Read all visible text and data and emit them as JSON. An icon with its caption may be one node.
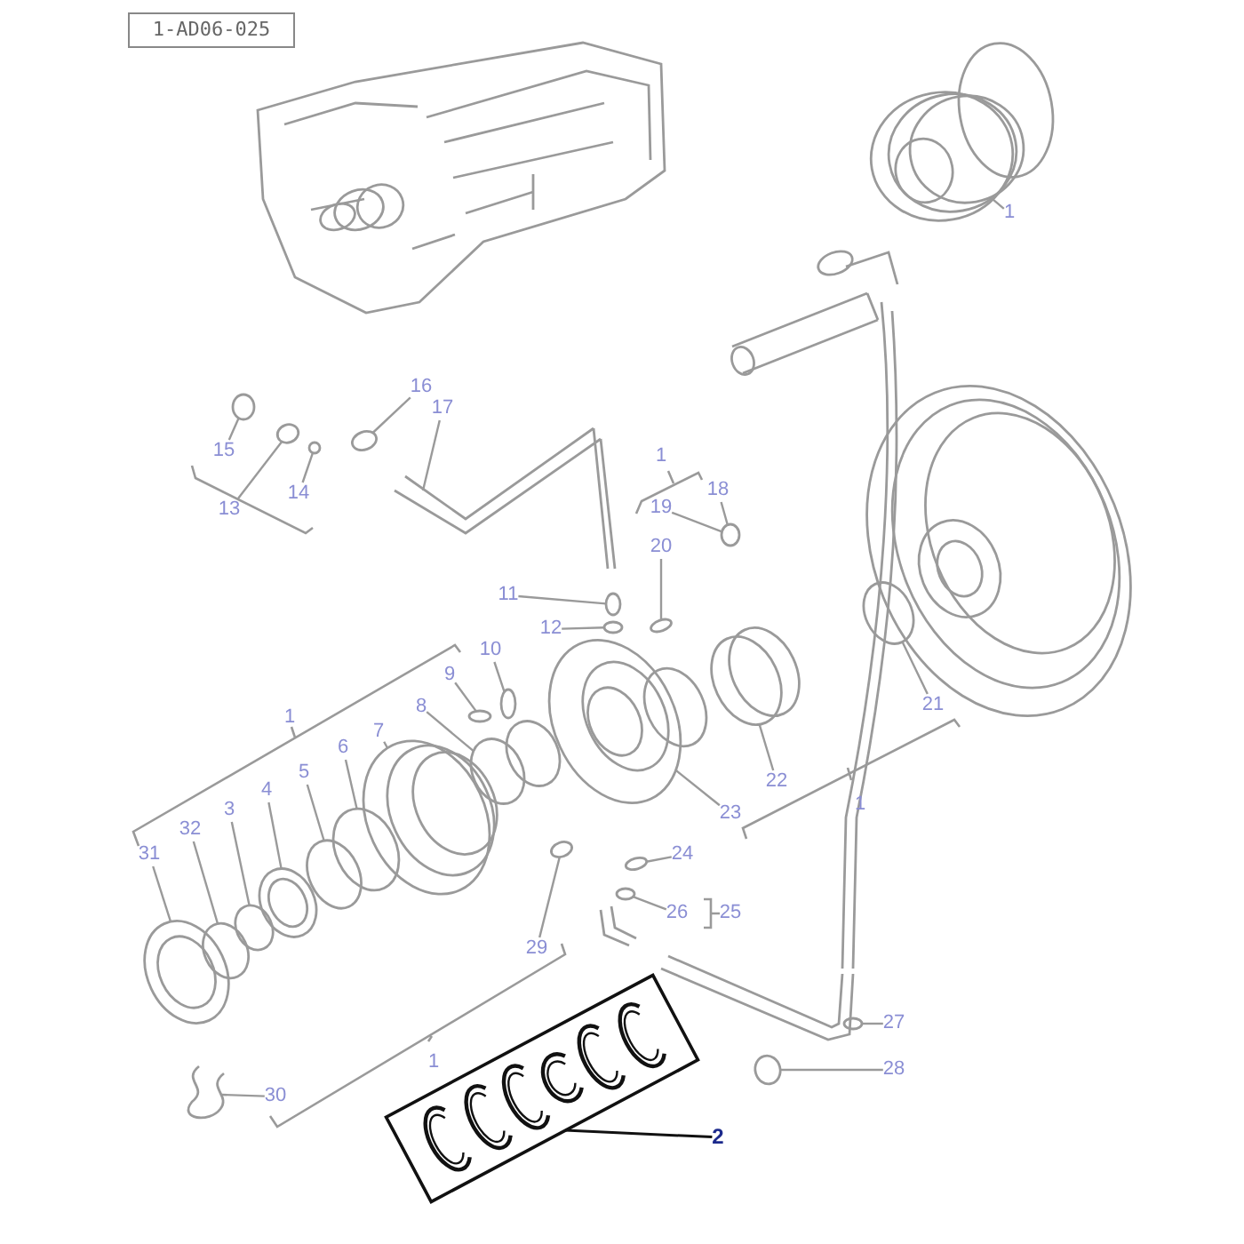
{
  "diagram": {
    "nodes": [
      {
        "text": [
          "1-AD06-025"
        ]
      },
      {
        "text": [
          "1"
        ]
      },
      {
        "text": [
          "16"
        ]
      },
      {
        "text": [
          "17"
        ]
      },
      {
        "text": [
          "15"
        ]
      },
      {
        "text": [
          "18"
        ]
      },
      {
        "text": [
          "14"
        ]
      },
      {
        "text": [
          "19"
        ]
      },
      {
        "text": [
          "13"
        ]
      },
      {
        "text": [
          "20"
        ]
      },
      {
        "text": [
          "11"
        ]
      },
      {
        "text": [
          "12"
        ]
      },
      {
        "text": [
          "10"
        ]
      },
      {
        "text": [
          "9"
        ]
      },
      {
        "text": [
          "21"
        ]
      },
      {
        "text": [
          "8"
        ]
      },
      {
        "text": [
          "7"
        ]
      },
      {
        "text": [
          "6"
        ]
      },
      {
        "text": [
          "5"
        ]
      },
      {
        "text": [
          "22"
        ]
      },
      {
        "text": [
          "4"
        ]
      },
      {
        "text": [
          "3"
        ]
      },
      {
        "text": [
          "23"
        ]
      },
      {
        "text": [
          "32"
        ]
      },
      {
        "text": [
          "24"
        ]
      },
      {
        "text": [
          "31"
        ]
      },
      {
        "text": [
          "26"
        ]
      },
      {
        "text": [
          "29"
        ]
      },
      {
        "text": [],
        "shape": "box"
      },
      {
        "text": [
          "27"
        ]
      },
      {
        "text": [
          "28"
        ]
      },
      {
        "text": [
          "30"
        ]
      },
      {
        "text": [
          "2"
        ]
      },
      {
        "text": [],
        "shape": "picture"
      },
      {
        "text": [],
        "shape": "circle"
      },
      {
        "text": [],
        "shape": "picture"
      },
      {
        "text": [],
        "shape": "circle"
      },
      {
        "text": [],
        "shape": "circle"
      },
      {
        "text": [],
        "shape": "circle"
      },
      {
        "text": [],
        "shape": "circle"
      },
      {
        "text": [],
        "shape": "circle"
      },
      {
        "text": [],
        "shape": "circle"
      },
      {
        "text": [],
        "shape": "circle"
      },
      {
        "text": [],
        "shape": "circle"
      },
      {
        "text": [],
        "shape": "circle"
      },
      {
        "text": [],
        "shape": "circle"
      },
      {
        "text": [],
        "shape": "circle"
      },
      {
        "text": [],
        "shape": "circle"
      },
      {
        "text": [],
        "shape": "circle"
      },
      {
        "text": [],
        "shape": "circle"
      },
      {
        "text": [],
        "shape": "circle"
      },
      {
        "text": [],
        "shape": "circle"
      },
      {
        "text": [],
        "shape": "circle"
      },
      {
        "text": [],
        "shape": "circle"
      },
      {
        "text": [],
        "shape": "circle"
      },
      {
        "text": [],
        "shape": "circle"
      },
      {
        "text": [],
        "shape": "circle"
      },
      {
        "text": [],
        "shape": "circle"
      },
      {
        "text": [],
        "shape": "circle"
      },
      {
        "text": [],
        "shape": "circle"
      },
      {
        "text": [],
        "shape": "circle"
      },
      {
        "text": [],
        "shape": "picture"
      }
    ],
    "edges": [
      {
        "from": 1,
        "to": 33,
        "arrow": "none"
      },
      {
        "from": 2,
        "to": 34,
        "arrow": "none"
      },
      {
        "from": 3,
        "to": 35,
        "arrow": "none"
      },
      {
        "from": 4,
        "to": 36,
        "arrow": "none"
      },
      {
        "from": 5,
        "to": 37,
        "arrow": "none"
      },
      {
        "from": 6,
        "to": 38,
        "arrow": "none"
      },
      {
        "from": 7,
        "to": 37,
        "arrow": "none"
      },
      {
        "from": 8,
        "to": 39,
        "arrow": "none"
      },
      {
        "from": 9,
        "to": 40,
        "arrow": "none"
      },
      {
        "from": 10,
        "to": 41,
        "arrow": "none"
      },
      {
        "from": 11,
        "to": 42,
        "arrow": "none"
      },
      {
        "from": 12,
        "to": 43,
        "arrow": "none"
      },
      {
        "from": 13,
        "to": 44,
        "arrow": "none"
      },
      {
        "from": 14,
        "to": 45,
        "arrow": "none"
      },
      {
        "from": 15,
        "to": 46,
        "arrow": "none"
      },
      {
        "from": 16,
        "to": 47,
        "arrow": "none"
      },
      {
        "from": 17,
        "to": 48,
        "arrow": "none"
      },
      {
        "from": 18,
        "to": 49,
        "arrow": "none"
      },
      {
        "from": 19,
        "to": 50,
        "arrow": "none"
      },
      {
        "from": 20,
        "to": 51,
        "arrow": "none"
      },
      {
        "from": 21,
        "to": 52,
        "arrow": "none"
      },
      {
        "from": 22,
        "to": 53,
        "arrow": "none"
      },
      {
        "from": 23,
        "to": 54,
        "arrow": "none"
      },
      {
        "from": 24,
        "to": 55,
        "arrow": "none"
      },
      {
        "from": 25,
        "to": 56,
        "arrow": "none"
      },
      {
        "from": 26,
        "to": 57,
        "arrow": "none"
      },
      {
        "from": 27,
        "to": 58,
        "arrow": "none"
      },
      {
        "from": 29,
        "to": 59,
        "arrow": "none"
      },
      {
        "from": 30,
        "to": 60,
        "arrow": "none"
      },
      {
        "from": 31,
        "to": 61,
        "arrow": "none"
      },
      {
        "from": 32,
        "to": 28,
        "arrow": "none",
        "color": "#111111"
      }
    ],
    "labels": [
      "1",
      "1",
      "1",
      "25",
      "1"
    ]
  }
}
